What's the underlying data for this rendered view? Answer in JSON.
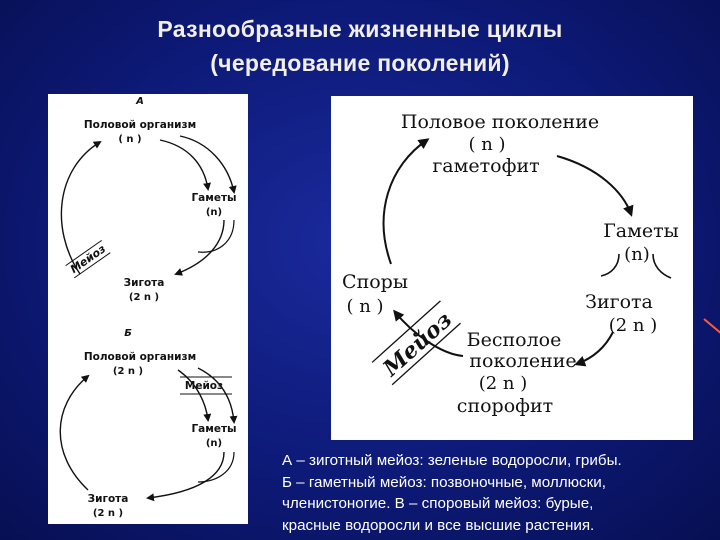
{
  "title": {
    "line1": "Разнообразные жизненные циклы",
    "line2": "(чередование поколений)"
  },
  "diagram_a": {
    "letter": "А",
    "organism": "Половой организм",
    "organism_ploidy": "( n )",
    "gametes": "Гаметы",
    "gametes_ploidy": "(n)",
    "meiosis": "Мейоз",
    "zygote": "Зигота",
    "zygote_ploidy": "(2 n )"
  },
  "diagram_b": {
    "letter": "Б",
    "organism": "Половой организм",
    "organism_ploidy": "(2 n )",
    "meiosis": "Мейоз",
    "gametes": "Гаметы",
    "gametes_ploidy": "(n)",
    "zygote": "Зигота",
    "zygote_ploidy": "(2 n )"
  },
  "diagram_c": {
    "gametophyte_title": "Половое поколение",
    "gametophyte_ploidy": "( n )",
    "gametophyte_name": "гаметофит",
    "gametes": "Гаметы",
    "gametes_ploidy": "(n)",
    "zygote": "Зигота",
    "zygote_ploidy": "(2 n )",
    "sporophyte_line1": "Бесполое",
    "sporophyte_line2": "поколение",
    "sporophyte_ploidy": "(2 n )",
    "sporophyte_name": "спорофит",
    "spores": "Споры",
    "spores_ploidy": "( n )",
    "meiosis": "Мейоз"
  },
  "caption": {
    "line1": "А – зиготный мейоз: зеленые водоросли, грибы.",
    "line2": "Б – гаметный мейоз: позвоночные, моллюски,",
    "line3": "членистоногие.   В – споровый мейоз: бурые,",
    "line4": "красные водоросли и все высшие растения."
  },
  "colors": {
    "background": "#0d1a78",
    "title_text": "#f2efe6",
    "caption_text": "#ffffff",
    "panel": "#ffffff",
    "ink": "#111111"
  }
}
